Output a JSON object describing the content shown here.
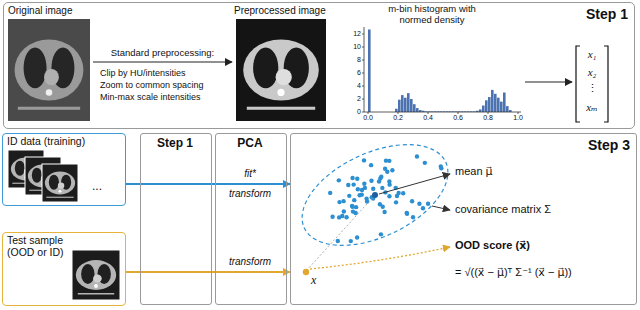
{
  "diagram": {
    "nodes": [
      {
        "text": [
          "Step 1"
        ]
      },
      {
        "text": [
          "Original image"
        ],
        "in": 0
      },
      {
        "text": [
          "Preprocessed image"
        ],
        "in": 0
      },
      {
        "text": [
          "m-bin histogram with normed density"
        ],
        "in": 0
      },
      {
        "text": [
          "x₁",
          "x₂",
          "⋮",
          "xₘ"
        ],
        "in": 0
      },
      {
        "text": [
          "ID data (training)"
        ]
      },
      {
        "text": [
          "Test sample (OOD or ID)"
        ]
      },
      {
        "text": [
          "Step 1"
        ]
      },
      {
        "text": [
          "PCA",
          "fit*",
          "transform",
          "transform"
        ]
      },
      {
        "text": [
          "Step 3"
        ]
      }
    ],
    "edges": [
      {
        "from": 1,
        "to": 2,
        "label": "Standard preprocessing:",
        "arrow": "to"
      },
      {
        "from": 3,
        "to": 4,
        "arrow": "to"
      },
      {
        "from": 5,
        "to": 9,
        "arrow": "to"
      },
      {
        "from": 6,
        "to": 9,
        "arrow": "to"
      }
    ],
    "labels": [
      "Clip by HU/intensities",
      "Zoom to common spacing",
      "Min-max scale intensities",
      "0",
      "2",
      "4",
      "6",
      "8",
      "10",
      "12",
      "0.0",
      "0.2",
      "0.4",
      "0.6",
      "0.8",
      "1.0",
      "...",
      "mean μ⃗",
      "covariance matrix Σ",
      "OOD score (x⃗)",
      "= √((x⃗ − μ⃗)ᵀ Σ⁻¹ (x⃗ − μ⃗))",
      "x⃗"
    ]
  }
}
